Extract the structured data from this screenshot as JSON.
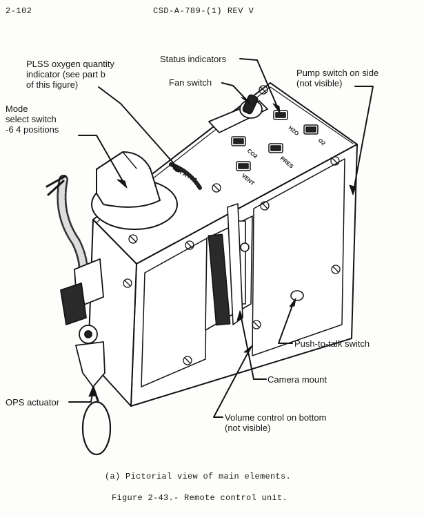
{
  "header": {
    "page_number": "2-102",
    "document_id": "CSD-A-789-(1) REV V"
  },
  "callouts": {
    "plss_oxygen": [
      "PLSS oxygen quantity",
      "indicator (see part b",
      "of this figure)"
    ],
    "mode_select": [
      "Mode",
      "select switch",
      "-6  4 positions"
    ],
    "status_indicators": "Status indicators",
    "fan_switch": "Fan switch",
    "pump_switch": [
      "Pump switch on side",
      "(not visible)"
    ],
    "push_to_talk": "Push-to-talk switch",
    "camera_mount": "Camera mount",
    "volume_control": [
      "Volume control on bottom",
      "(not visible)"
    ],
    "ops_actuator": "OPS actuator"
  },
  "panel_markings": {
    "h2o": "H2O",
    "o2": "O2",
    "co2": "CO2",
    "pres": "PRES",
    "vent": "VENT",
    "dial": "A A A A A"
  },
  "captions": {
    "subcaption": "(a)  Pictorial view of main elements.",
    "figure": "Figure 2-43.- Remote control unit."
  }
}
